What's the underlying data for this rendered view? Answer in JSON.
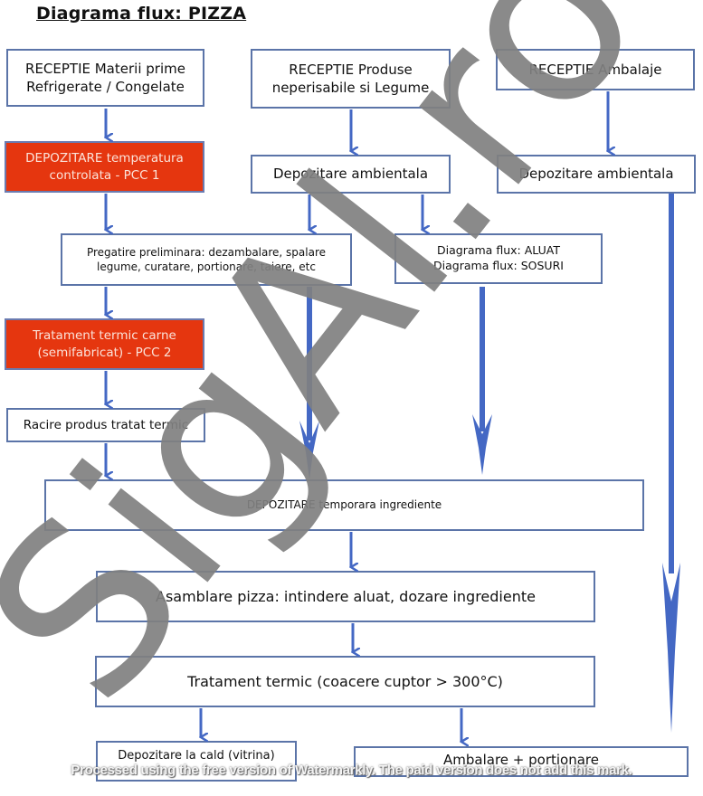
{
  "title": "Diagrama flux: PIZZA",
  "colors": {
    "box_border": "#5b74a8",
    "arrow": "#4468c4",
    "ccp_fill": "#e5360f",
    "ccp_text": "#fbe3da",
    "watermark": "#808080"
  },
  "nodes": {
    "receptie_materii": "RECEPTIE Materii prime\nRefrigerate / Congelate",
    "receptie_produse": "RECEPTIE Produse\nneperisabile si Legume",
    "receptie_ambalaje": "RECEPTIE Ambalaje",
    "depozitare_pcc1": "DEPOZITARE temperatura\ncontrolata - PCC 1",
    "depozitare_ambientala_1": "Depozitare ambientala",
    "depozitare_ambientala_2": "Depozitare ambientala",
    "pregatire_preliminara": "Pregatire preliminara: dezambalare, spalare\nlegume, curatare, portionare, taiere, etc",
    "diagrame_flux": "Diagrama flux: ALUAT\nDiagrama flux: SOSURI",
    "tratament_carne_pcc2": "Tratament termic carne\n(semifabricat) - PCC 2",
    "racire": "Racire produs tratat termic",
    "depozitare_temporara": "DEPOZITARE temporara ingrediente",
    "asamblare": "Asamblare pizza: intindere aluat, dozare ingrediente",
    "tratament_termic": "Tratament termic (coacere cuptor > 300°C)",
    "depozitare_cald": "Depozitare la cald (vitrina)",
    "ambalare": "Ambalare + portionare"
  },
  "watermark": {
    "logo_text": "SigAl.ro",
    "footer_text": "Processed using the free version of Watermarkly. The paid version does not add this mark."
  }
}
